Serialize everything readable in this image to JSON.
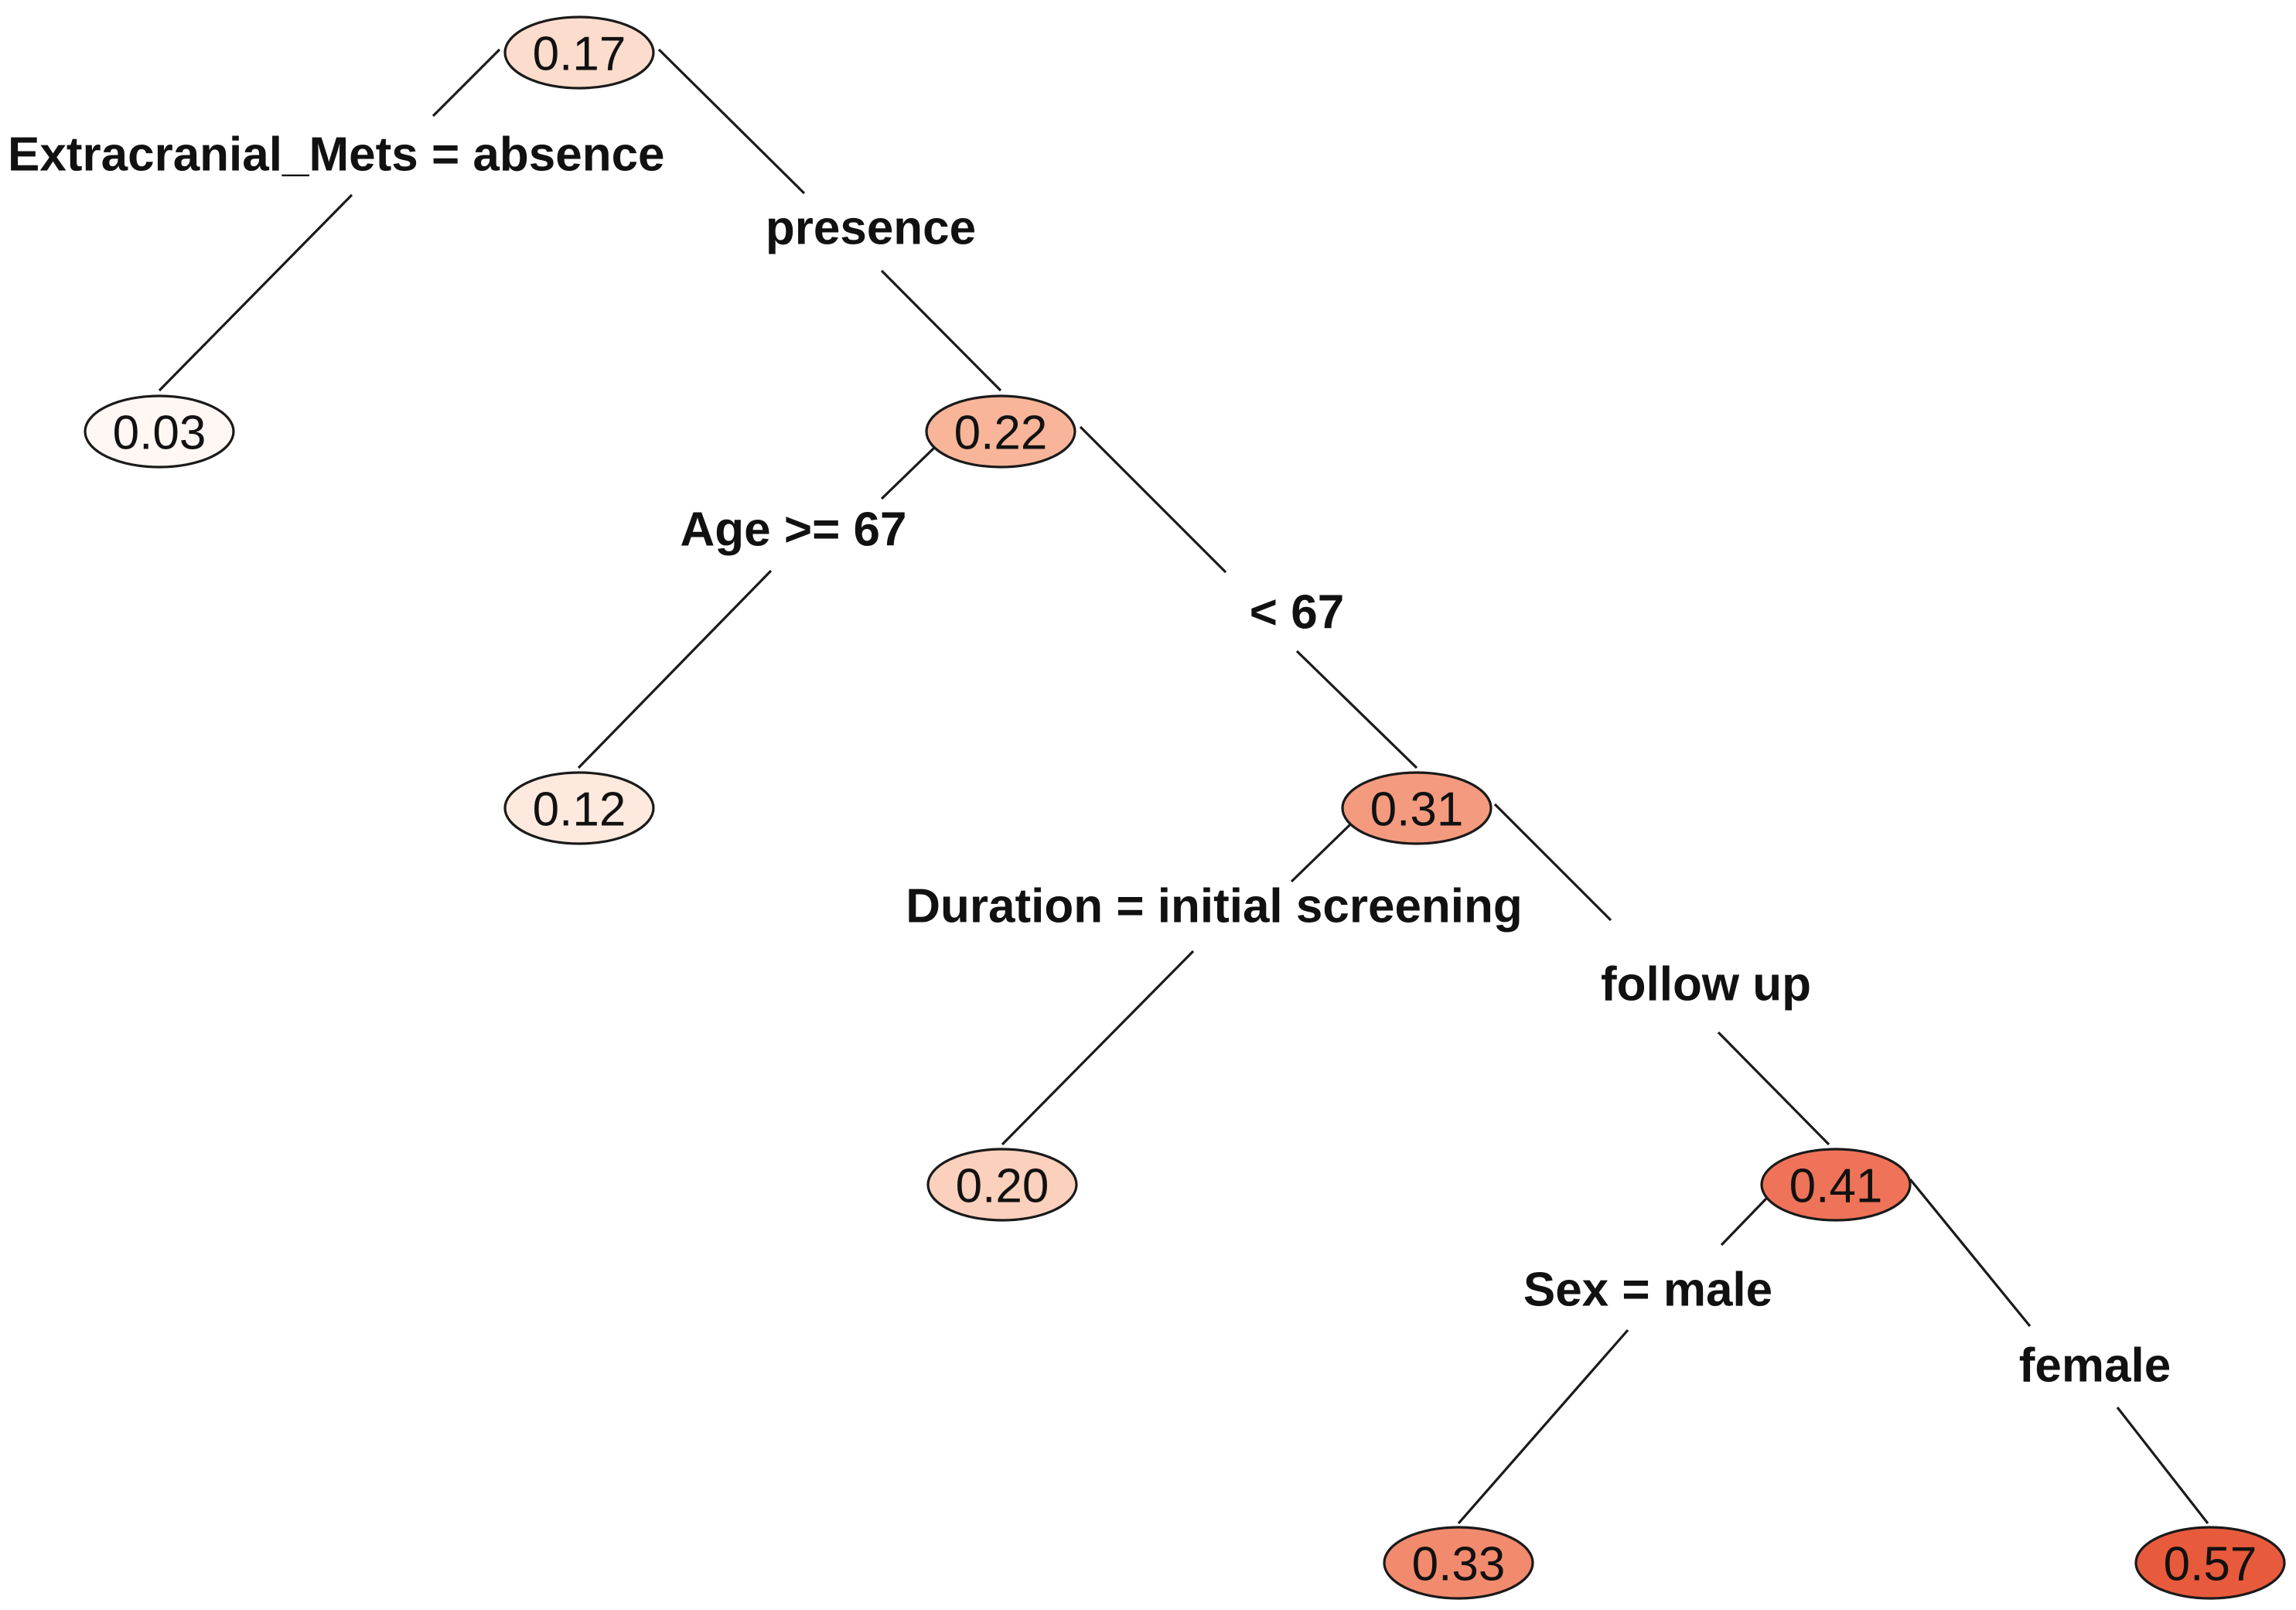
{
  "nodes": [
    {
      "id": "root",
      "value": "0.17",
      "fill": "#fcdccd"
    },
    {
      "id": "n-leaf-1",
      "value": "0.03",
      "fill": "#fef7f3"
    },
    {
      "id": "n2",
      "value": "0.22",
      "fill": "#f8b59a"
    },
    {
      "id": "n-leaf-2",
      "value": "0.12",
      "fill": "#fde9de"
    },
    {
      "id": "n3",
      "value": "0.31",
      "fill": "#f49a7f"
    },
    {
      "id": "n-leaf-3",
      "value": "0.20",
      "fill": "#fbd0bd"
    },
    {
      "id": "n4",
      "value": "0.41",
      "fill": "#ef7358"
    },
    {
      "id": "n-leaf-4",
      "value": "0.33",
      "fill": "#f28a6e"
    },
    {
      "id": "n-leaf-5",
      "value": "0.57",
      "fill": "#e85a3c"
    }
  ],
  "splits": [
    {
      "id": "s1-left",
      "text": "Extracranial_Mets = absence"
    },
    {
      "id": "s1-right",
      "text": "presence"
    },
    {
      "id": "s2-left",
      "text": "Age >= 67"
    },
    {
      "id": "s2-right",
      "text": "< 67"
    },
    {
      "id": "s3-left",
      "text": "Duration = initial screening"
    },
    {
      "id": "s3-right",
      "text": "follow up"
    },
    {
      "id": "s4-left",
      "text": "Sex = male"
    },
    {
      "id": "s4-right",
      "text": "female"
    }
  ]
}
